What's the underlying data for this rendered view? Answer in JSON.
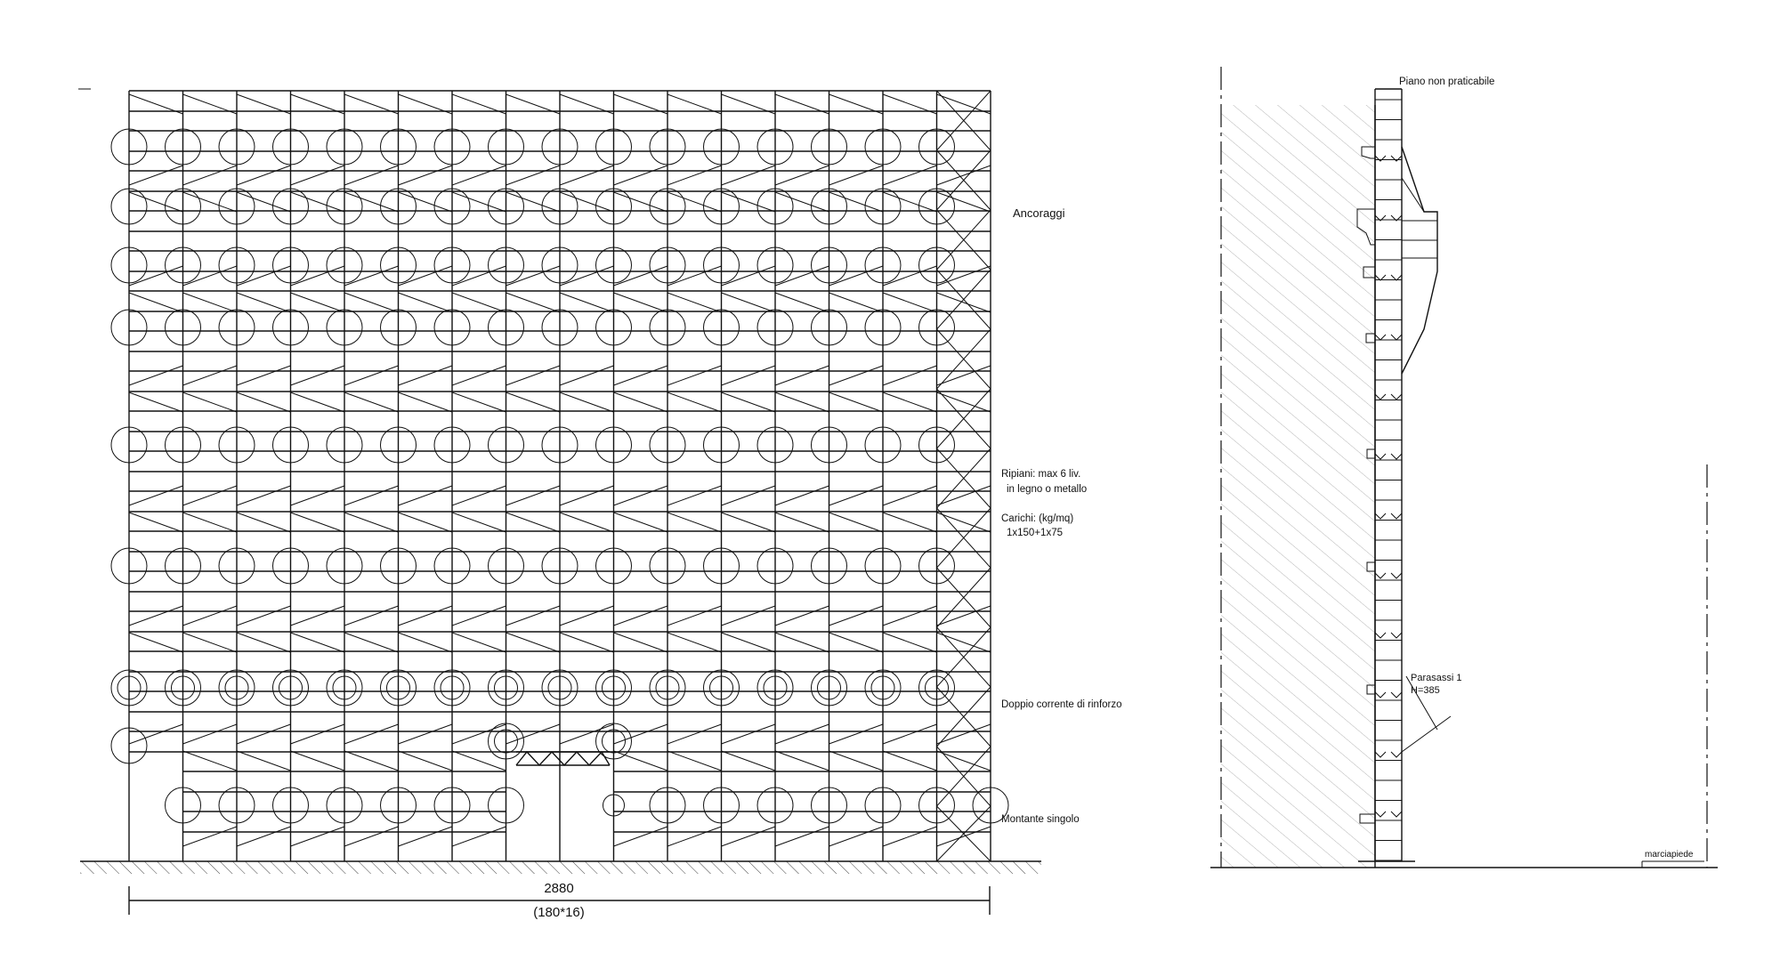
{
  "elevation": {
    "labels": {
      "ancoraggi": "Ancoraggi",
      "ripiani_1": "Ripiani: max 6 liv.",
      "ripiani_2": "in legno o metallo",
      "carichi_1": "Carichi: (kg/mq)",
      "carichi_2": "1x150+1x75",
      "doppio_corrente": "Doppio corrente di rinforzo",
      "montante_singolo": "Montante singolo"
    },
    "dimension": {
      "total": "2880",
      "breakdown": "(180*16)"
    },
    "bays": 16,
    "levels": 6
  },
  "section": {
    "labels": {
      "piano_non_praticabile": "Piano non praticabile",
      "parasassi_1": "Parasassi 1",
      "parasassi_2": "H=385",
      "marciapiede": "marciapiede"
    }
  }
}
